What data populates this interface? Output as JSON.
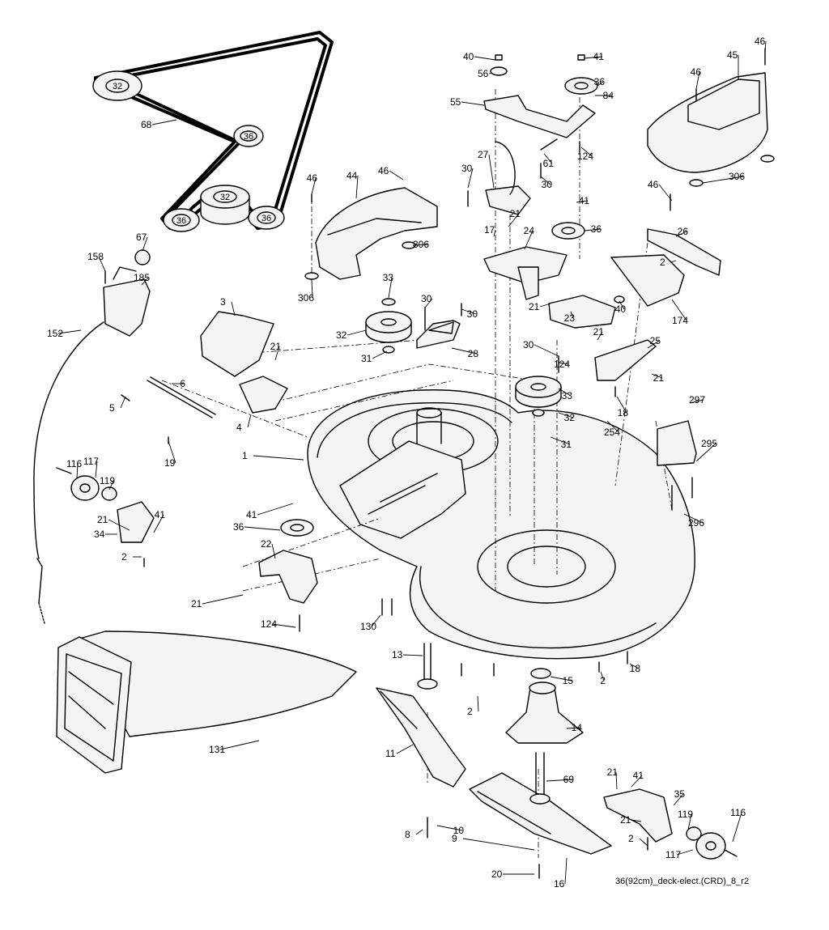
{
  "diagram": {
    "drawing_ref": "36(92cm)_deck-elect.(CRD)_8_r2",
    "belt_pulleys": [
      {
        "label": "32"
      },
      {
        "label": "36"
      },
      {
        "label": "32"
      },
      {
        "label": "36"
      },
      {
        "label": "36"
      }
    ],
    "callouts": [
      {
        "label": "40"
      },
      {
        "label": "41"
      },
      {
        "label": "56"
      },
      {
        "label": "36"
      },
      {
        "label": "84"
      },
      {
        "label": "55"
      },
      {
        "label": "124"
      },
      {
        "label": "46"
      },
      {
        "label": "45"
      },
      {
        "label": "46"
      },
      {
        "label": "306"
      },
      {
        "label": "68"
      },
      {
        "label": "27"
      },
      {
        "label": "61"
      },
      {
        "label": "30"
      },
      {
        "label": "30"
      },
      {
        "label": "46"
      },
      {
        "label": "44"
      },
      {
        "label": "46"
      },
      {
        "label": "41"
      },
      {
        "label": "46"
      },
      {
        "label": "21"
      },
      {
        "label": "17"
      },
      {
        "label": "36"
      },
      {
        "label": "26"
      },
      {
        "label": "67"
      },
      {
        "label": "306"
      },
      {
        "label": "24"
      },
      {
        "label": "2"
      },
      {
        "label": "158"
      },
      {
        "label": "185"
      },
      {
        "label": "306"
      },
      {
        "label": "33"
      },
      {
        "label": "21"
      },
      {
        "label": "40"
      },
      {
        "label": "174"
      },
      {
        "label": "30"
      },
      {
        "label": "30"
      },
      {
        "label": "3"
      },
      {
        "label": "32"
      },
      {
        "label": "23"
      },
      {
        "label": "21"
      },
      {
        "label": "25"
      },
      {
        "label": "152"
      },
      {
        "label": "28"
      },
      {
        "label": "30"
      },
      {
        "label": "21"
      },
      {
        "label": "31"
      },
      {
        "label": "124"
      },
      {
        "label": "21"
      },
      {
        "label": "6"
      },
      {
        "label": "33"
      },
      {
        "label": "297"
      },
      {
        "label": "5"
      },
      {
        "label": "4"
      },
      {
        "label": "18"
      },
      {
        "label": "32"
      },
      {
        "label": "254"
      },
      {
        "label": "31"
      },
      {
        "label": "295"
      },
      {
        "label": "19"
      },
      {
        "label": "1"
      },
      {
        "label": "116"
      },
      {
        "label": "117"
      },
      {
        "label": "119"
      },
      {
        "label": "41"
      },
      {
        "label": "296"
      },
      {
        "label": "21"
      },
      {
        "label": "41"
      },
      {
        "label": "36"
      },
      {
        "label": "34"
      },
      {
        "label": "2"
      },
      {
        "label": "22"
      },
      {
        "label": "21"
      },
      {
        "label": "124"
      },
      {
        "label": "130"
      },
      {
        "label": "13"
      },
      {
        "label": "18"
      },
      {
        "label": "15"
      },
      {
        "label": "2"
      },
      {
        "label": "2"
      },
      {
        "label": "14"
      },
      {
        "label": "131"
      },
      {
        "label": "11"
      },
      {
        "label": "69"
      },
      {
        "label": "21"
      },
      {
        "label": "41"
      },
      {
        "label": "35"
      },
      {
        "label": "10"
      },
      {
        "label": "119"
      },
      {
        "label": "116"
      },
      {
        "label": "21"
      },
      {
        "label": "8"
      },
      {
        "label": "9"
      },
      {
        "label": "2"
      },
      {
        "label": "117"
      },
      {
        "label": "20"
      },
      {
        "label": "16"
      }
    ]
  }
}
